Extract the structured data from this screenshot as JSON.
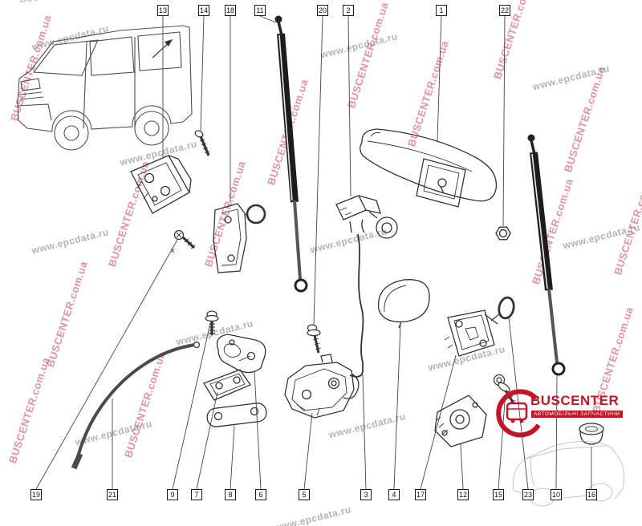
{
  "watermarks": {
    "red_text": "BUSCENTER.com.ua",
    "gray_text": "www.epcdata.ru",
    "red_color": "#c5202c",
    "gray_color": "#6e7882"
  },
  "annotations": {
    "x_mark": "x"
  },
  "callouts": {
    "top": [
      {
        "label": "13"
      },
      {
        "label": "14"
      },
      {
        "label": "18"
      },
      {
        "label": "11"
      },
      {
        "label": "20"
      },
      {
        "label": "2"
      },
      {
        "label": "1"
      },
      {
        "label": "22"
      }
    ],
    "bottom": [
      {
        "label": "19"
      },
      {
        "label": "21"
      },
      {
        "label": "9"
      },
      {
        "label": "7"
      },
      {
        "label": "8"
      },
      {
        "label": "6"
      },
      {
        "label": "5"
      },
      {
        "label": "3"
      },
      {
        "label": "4"
      },
      {
        "label": "17"
      },
      {
        "label": "12"
      },
      {
        "label": "15"
      },
      {
        "label": "23"
      },
      {
        "label": "10"
      },
      {
        "label": "16"
      }
    ]
  },
  "logo": {
    "brand": "BUSCENTER",
    "tagline": "АВТОМОБІЛЬНІ ЗАПЧАСТИНИ",
    "brand_color": "#c41425"
  }
}
